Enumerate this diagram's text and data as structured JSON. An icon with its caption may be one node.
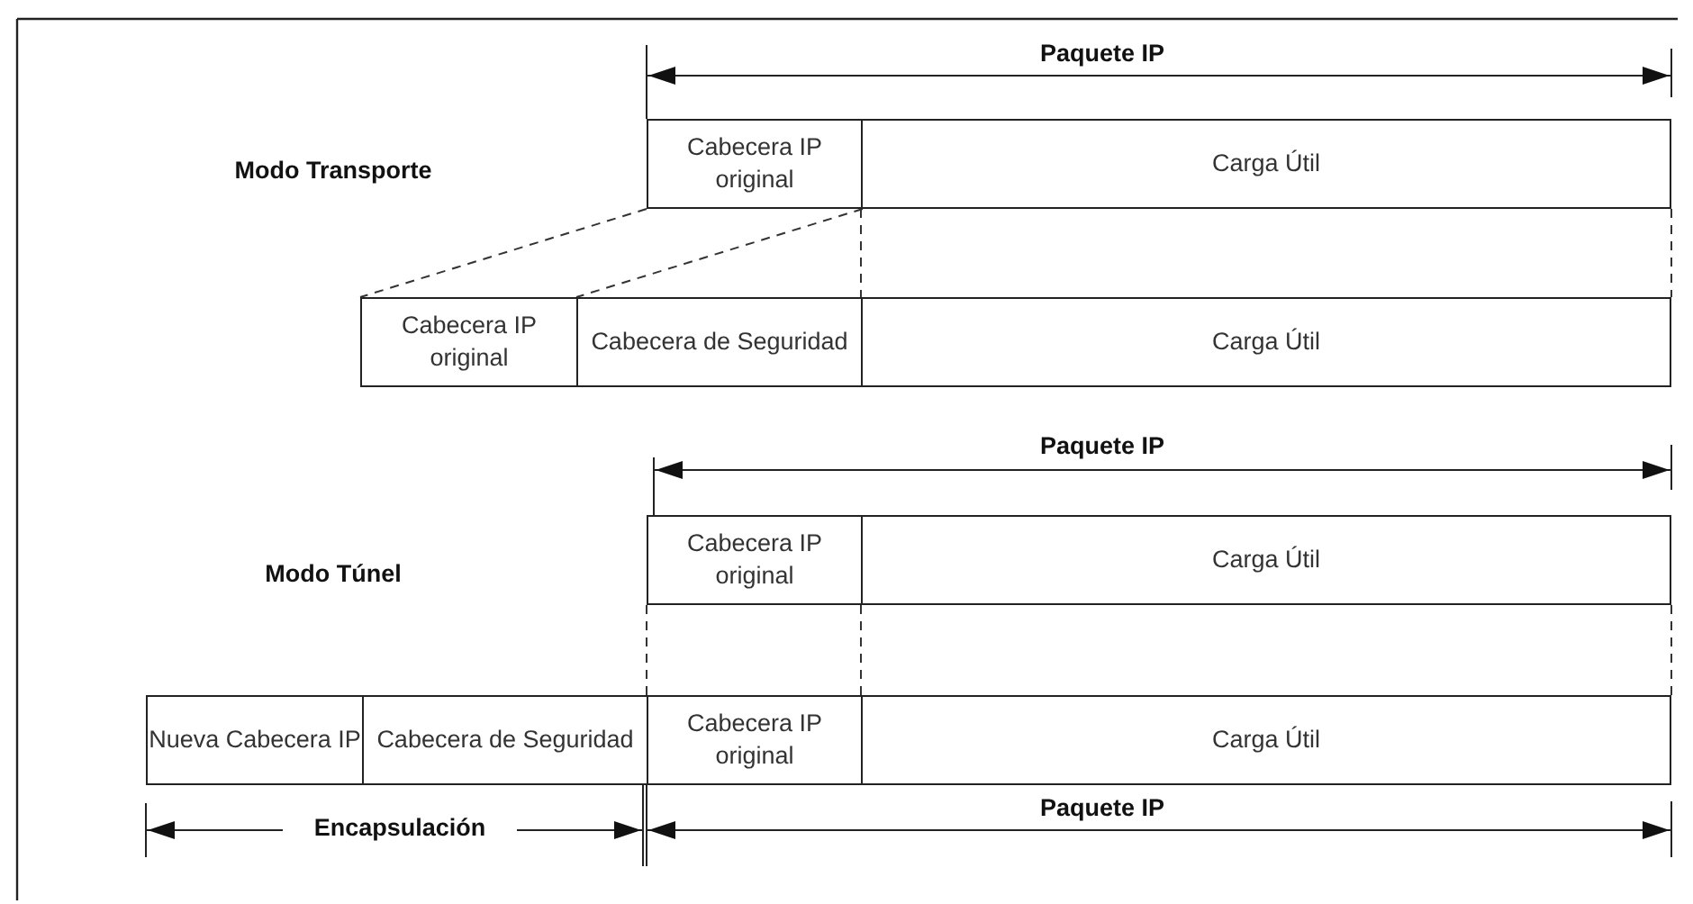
{
  "diagram": {
    "nodes": [
      {
        "text": [
          "Cabecera IP original"
        ]
      },
      {
        "text": [
          "Carga Útil"
        ]
      },
      {
        "text": [
          "Cabecera IP original"
        ]
      },
      {
        "text": [
          "Cabecera de Seguridad"
        ]
      },
      {
        "text": [
          "Carga Útil"
        ]
      },
      {
        "text": [
          "Cabecera IP original"
        ]
      },
      {
        "text": [
          "Carga Útil"
        ]
      },
      {
        "text": [
          "Nueva Cabecera IP"
        ]
      },
      {
        "text": [
          "Cabecera de Seguridad"
        ]
      },
      {
        "text": [
          "Cabecera IP original"
        ]
      },
      {
        "text": [
          "Carga Útil"
        ]
      }
    ],
    "edges": [
      {
        "from": 0,
        "to": 2,
        "arrow": "none",
        "style": "dashed"
      },
      {
        "from": 0,
        "to": 3,
        "arrow": "none",
        "style": "dashed"
      },
      {
        "from": 1,
        "to": 4,
        "arrow": "none",
        "style": "dashed"
      },
      {
        "from": 1,
        "to": 4,
        "arrow": "none",
        "style": "dashed"
      },
      {
        "from": 5,
        "to": 9,
        "arrow": "none",
        "style": "dashed"
      },
      {
        "from": 6,
        "to": 10,
        "arrow": "none",
        "style": "dashed"
      },
      {
        "from": 6,
        "to": 10,
        "arrow": "none",
        "style": "dashed"
      }
    ],
    "labels": [
      "Paquete IP",
      "Modo Transporte",
      "Paquete IP",
      "Modo Túnel",
      "Encapsulación",
      "Paquete IP"
    ]
  }
}
